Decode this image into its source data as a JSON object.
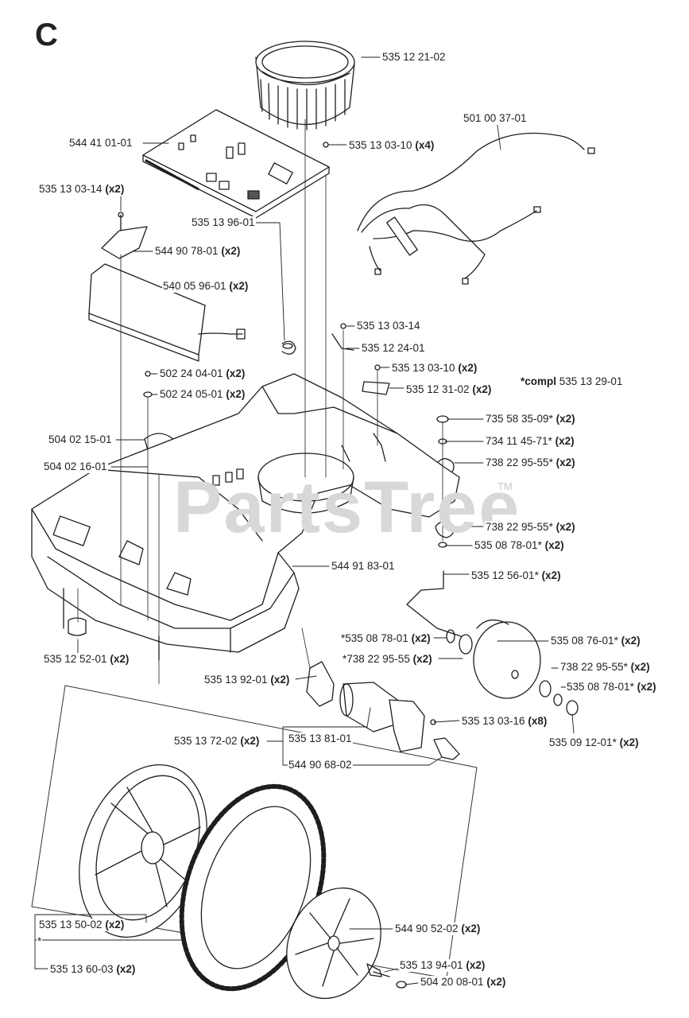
{
  "section_letter": "C",
  "watermark": "PartsTree",
  "trademark": "TM",
  "compl_note": {
    "prefix": "*compl",
    "part": "535 13 29-01"
  },
  "callouts": [
    {
      "id": "c1",
      "part": "535 12 21-02",
      "qty": ""
    },
    {
      "id": "c2",
      "part": "501 00 37-01",
      "qty": ""
    },
    {
      "id": "c3",
      "part": "544 41 01-01",
      "qty": ""
    },
    {
      "id": "c4",
      "part": "535 13 03-10",
      "qty": "(x4)"
    },
    {
      "id": "c5",
      "part": "535 13 03-14",
      "qty": "(x2)"
    },
    {
      "id": "c6",
      "part": "535 13 96-01",
      "qty": ""
    },
    {
      "id": "c7",
      "part": "544 90 78-01",
      "qty": "(x2)"
    },
    {
      "id": "c8",
      "part": "540 05 96-01",
      "qty": "(x2)"
    },
    {
      "id": "c9",
      "part": "535 13 03-14",
      "qty": ""
    },
    {
      "id": "c10",
      "part": "535 12 24-01",
      "qty": ""
    },
    {
      "id": "c11",
      "part": "502 24 04-01",
      "qty": "(x2)"
    },
    {
      "id": "c12",
      "part": "535 13 03-10",
      "qty": "(x2)"
    },
    {
      "id": "c13",
      "part": "502 24 05-01",
      "qty": "(x2)"
    },
    {
      "id": "c14",
      "part": "535 12 31-02",
      "qty": "(x2)"
    },
    {
      "id": "c15",
      "part": "735 58 35-09*",
      "qty": "(x2)"
    },
    {
      "id": "c16",
      "part": "504 02 15-01",
      "qty": ""
    },
    {
      "id": "c17",
      "part": "734 11 45-71*",
      "qty": "(x2)"
    },
    {
      "id": "c18",
      "part": "504 02 16-01",
      "qty": ""
    },
    {
      "id": "c19",
      "part": "738 22 95-55*",
      "qty": "(x2)"
    },
    {
      "id": "c20",
      "part": "738 22 95-55*",
      "qty": "(x2)"
    },
    {
      "id": "c21",
      "part": "535 08 78-01*",
      "qty": "(x2)"
    },
    {
      "id": "c22",
      "part": "544 91 83-01",
      "qty": ""
    },
    {
      "id": "c23",
      "part": "535 12 56-01*",
      "qty": "(x2)"
    },
    {
      "id": "c24",
      "part": "*535 08 78-01",
      "qty": "(x2)"
    },
    {
      "id": "c25",
      "part": "535 08 76-01*",
      "qty": "(x2)"
    },
    {
      "id": "c26",
      "part": "535 12 52-01",
      "qty": "(x2)"
    },
    {
      "id": "c27",
      "part": "*738 22 95-55",
      "qty": "(x2)"
    },
    {
      "id": "c28",
      "part": "738 22 95-55*",
      "qty": "(x2)"
    },
    {
      "id": "c29",
      "part": "535 13 92-01",
      "qty": "(x2)"
    },
    {
      "id": "c30",
      "part": "535 08 78-01*",
      "qty": "(x2)"
    },
    {
      "id": "c31",
      "part": "535 13 03-16",
      "qty": "(x8)"
    },
    {
      "id": "c32",
      "part": "535 13 72-02",
      "qty": "(x2)"
    },
    {
      "id": "c33",
      "part": "535 13 81-01",
      "qty": ""
    },
    {
      "id": "c34",
      "part": "535 09 12-01*",
      "qty": "(x2)"
    },
    {
      "id": "c35",
      "part": "544 90 68-02",
      "qty": ""
    },
    {
      "id": "c36",
      "part": "535 13 50-02",
      "qty": "(x2)"
    },
    {
      "id": "c37",
      "part": "544 90 52-02",
      "qty": "(x2)"
    },
    {
      "id": "c38",
      "part": "*",
      "qty": ""
    },
    {
      "id": "c39",
      "part": "535 13 94-01",
      "qty": "(x2)"
    },
    {
      "id": "c40",
      "part": "535 13 60-03",
      "qty": "(x2)"
    },
    {
      "id": "c41",
      "part": "504 20 08-01",
      "qty": "(x2)"
    }
  ]
}
